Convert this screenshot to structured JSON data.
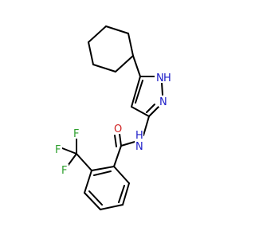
{
  "molecule": {
    "colors": {
      "bond": "#000000",
      "carbon": "#000000",
      "nitrogen": "#1c1cc8",
      "oxygen": "#d02020",
      "fluorine": "#2ea02e",
      "background": "#ffffff"
    },
    "labels": {
      "nh_ring": "H",
      "nh_ring_n": "N",
      "n_ring": "N",
      "nh_amide": "H",
      "nh_amide_n": "N",
      "o_carbonyl": "O",
      "f1": "F",
      "f2": "F",
      "f3": "F"
    }
  }
}
